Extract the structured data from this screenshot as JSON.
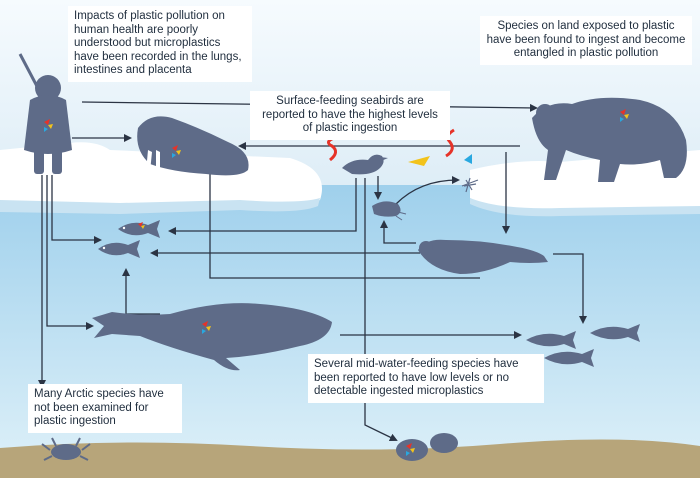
{
  "captions": {
    "human_health": "Impacts of plastic pollution on human health are poorly understood but microplastics have been recorded in the lungs, intestines and placenta",
    "land_species": "Species on land exposed to plastic have been found to ingest and become entangled in plastic pollution",
    "seabirds": "Surface-feeding seabirds are reported to have the highest levels of plastic ingestion",
    "midwater": "Several mid-water-feeding species have been reported to have low levels or no detectable ingested microplastics",
    "unexamined": "Many Arctic species have not been examined for plastic ingestion"
  },
  "colors": {
    "sky": "#eef6fb",
    "water_top": "#a9d6ee",
    "water_bottom": "#d8eef8",
    "ice": "#ffffff",
    "seabed": "#b7a57a",
    "animal": "#5e6b88",
    "arrow": "#2b3444",
    "plastic_red": "#e63329",
    "plastic_yellow": "#f2c31b",
    "plastic_blue": "#29a8e0"
  },
  "icons": [
    "hunter-icon",
    "walrus-icon",
    "polar-bear-icon",
    "seabird-icon",
    "seal-icon",
    "beluga-whale-icon",
    "fish-icon",
    "shrimp-icon",
    "crab-icon",
    "clam-icon",
    "zooplankton-icon",
    "plastic-fragment-icon"
  ]
}
